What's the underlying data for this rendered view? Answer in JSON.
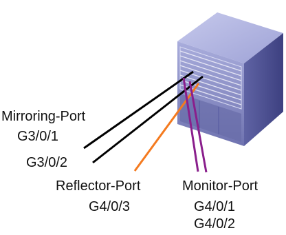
{
  "labels": {
    "mirroring_port": "Mirroring-Port",
    "mirroring_g1": "G3/0/1",
    "mirroring_g2": "G3/0/2",
    "reflector_port": "Reflector-Port",
    "reflector_g": "G4/0/3",
    "monitor_port": "Monitor-Port",
    "monitor_g1": "G4/0/1",
    "monitor_g2": "G4/0/2"
  },
  "colors": {
    "device_front": "#8f93c8",
    "device_side": "#4e5292",
    "device_top": "#aeb2de",
    "mirroring_link": "#000000",
    "reflector_link": "#f47a1f",
    "monitor_link": "#8a1f8c"
  },
  "icons": [
    "switch-chassis-icon"
  ]
}
